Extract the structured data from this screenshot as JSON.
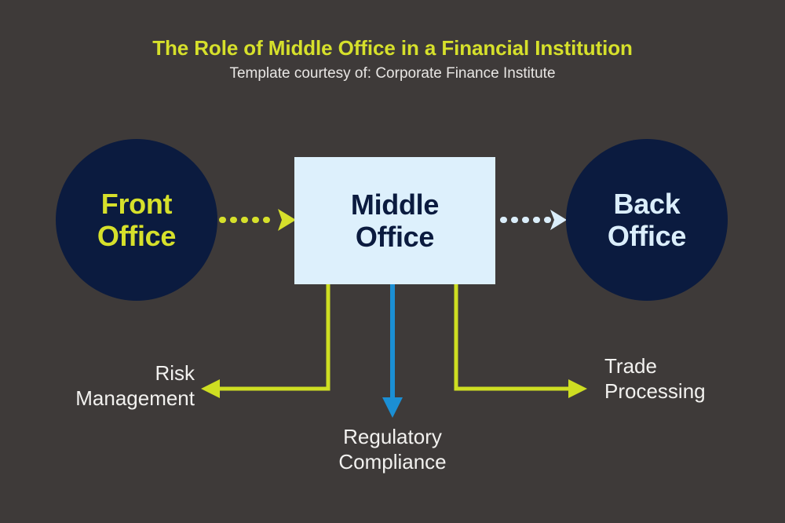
{
  "header": {
    "title": "The Role of Middle Office in a Financial Institution",
    "subtitle": "Template courtesy of: Corporate Finance Institute"
  },
  "colors": {
    "background": "#3e3a39",
    "accent_green": "#d6e02b",
    "navy": "#0b1b3f",
    "light_blue_fill": "#ddf0fc",
    "blue_arrow": "#1b8fd4",
    "white_text": "#f2f1ef"
  },
  "diagram": {
    "type": "flow",
    "nodes": [
      {
        "id": "front-office",
        "label": "Front\nOffice",
        "line1": "Front",
        "line2": "Office",
        "shape": "circle",
        "fill": "#0b1b3f",
        "text_color": "#d6e02b"
      },
      {
        "id": "middle-office",
        "label": "Middle\nOffice",
        "line1": "Middle",
        "line2": "Office",
        "shape": "rectangle",
        "fill": "#ddf0fc",
        "text_color": "#0b1b3f"
      },
      {
        "id": "back-office",
        "label": "Back\nOffice",
        "line1": "Back",
        "line2": "Office",
        "shape": "circle",
        "fill": "#0b1b3f",
        "text_color": "#dbeefb"
      }
    ],
    "branches": [
      {
        "id": "risk-management",
        "line1": "Risk",
        "line2": "Management",
        "direction": "left",
        "color": "#d6e02b"
      },
      {
        "id": "regulatory-compliance",
        "line1": "Regulatory",
        "line2": "Compliance",
        "direction": "down",
        "color": "#1b8fd4"
      },
      {
        "id": "trade-processing",
        "line1": "Trade",
        "line2": "Processing",
        "direction": "right",
        "color": "#d6e02b"
      }
    ],
    "connectors": [
      {
        "id": "front-to-middle",
        "style": "dotted",
        "color": "#d6e02b",
        "from": "front-office",
        "to": "middle-office"
      },
      {
        "id": "middle-to-back",
        "style": "dotted",
        "color": "#dbeefb",
        "from": "middle-office",
        "to": "back-office"
      }
    ]
  }
}
